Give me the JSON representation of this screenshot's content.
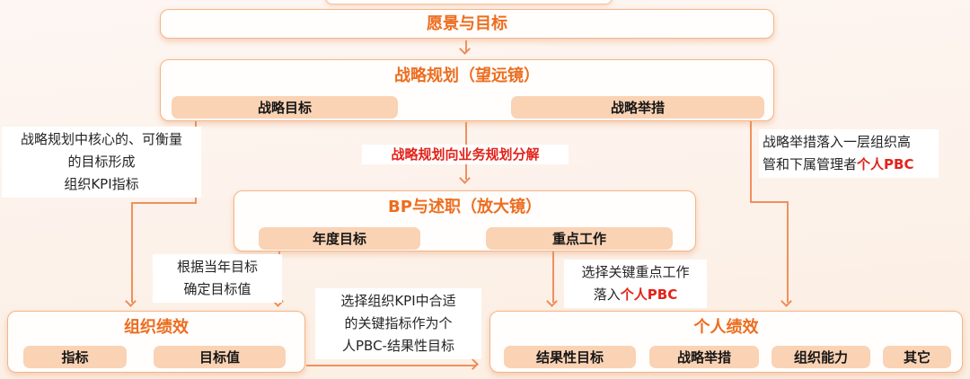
{
  "colors": {
    "accent_orange": "#ed6d1e",
    "highlight_red": "#e2231a",
    "chip_fill": "#fad2b4",
    "box_border": "#f4b589",
    "connector": "#f0905e",
    "background": "#fdf2ea"
  },
  "nodes": {
    "vision": {
      "title": "愿景与目标"
    },
    "strategy": {
      "title": "战略规划（望远镜）",
      "children": [
        "战略目标",
        "战略举措"
      ]
    },
    "bp": {
      "title": "BP与述职（放大镜）",
      "children": [
        "年度目标",
        "重点工作"
      ]
    },
    "org_perf": {
      "title": "组织绩效",
      "children": [
        "指标",
        "目标值"
      ]
    },
    "personal_perf": {
      "title": "个人绩效",
      "children": [
        "结果性目标",
        "战略举措",
        "组织能力",
        "其它"
      ]
    }
  },
  "labels": {
    "decompose": "战略规划向业务规划分解",
    "left_note": {
      "line1": "战略规划中核心的、可衡量",
      "line2": "的目标形成",
      "line3": "组织KPI指标"
    },
    "annual_note": {
      "line1": "根据当年目标",
      "line2": "确定目标值"
    },
    "kpi_note": {
      "line1": "选择组织KPI中合适",
      "line2": "的关键指标作为个",
      "line3": "人PBC-结果性目标"
    },
    "key_work_note": {
      "line1": "选择关键重点工作",
      "line2_prefix": "落入",
      "line2_highlight": "个人PBC"
    },
    "right_note": {
      "line1": "战略举措落入一层组织高",
      "line2_prefix": "管和下属管理者",
      "line2_highlight": "个人PBC"
    }
  }
}
